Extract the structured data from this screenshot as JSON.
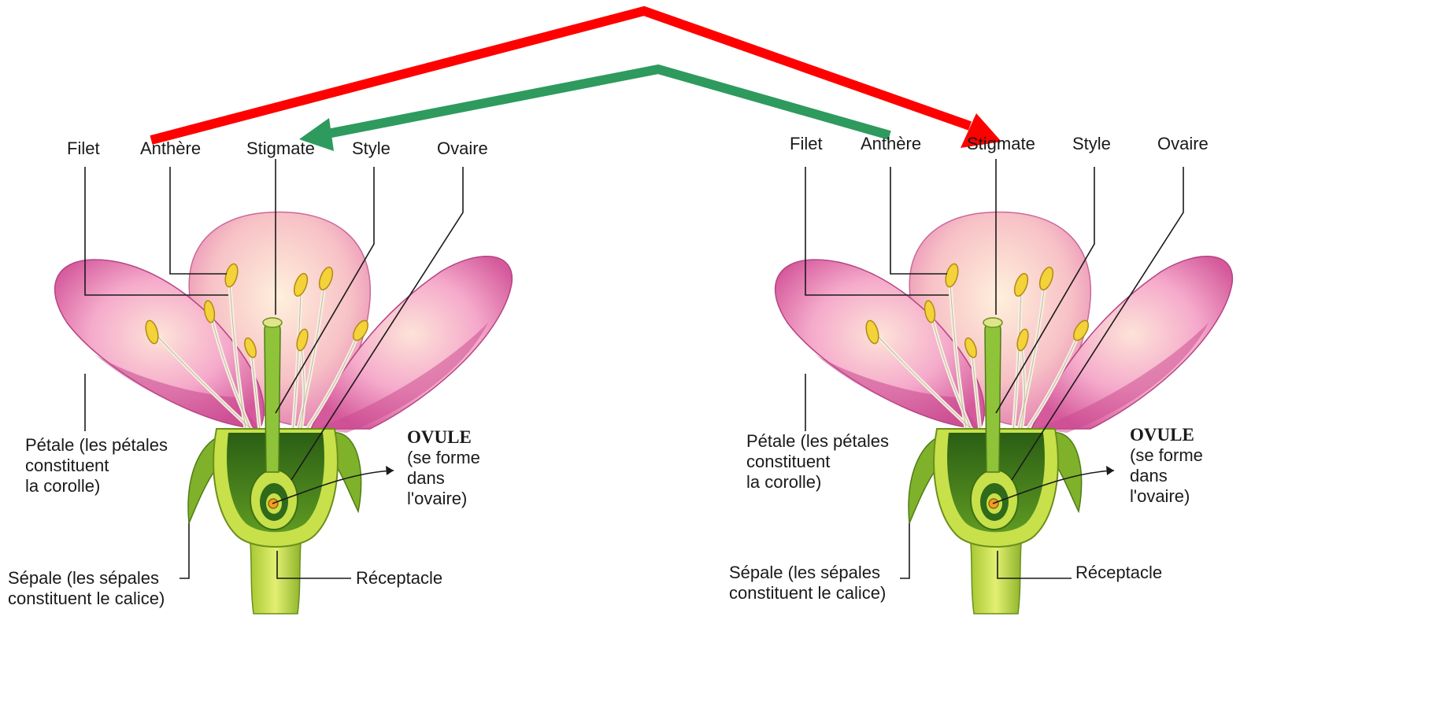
{
  "flower_left": {
    "filet": "Filet",
    "anthere": "Anthère",
    "stigmate": "Stigmate",
    "style": "Style",
    "ovaire": "Ovaire",
    "petale_l1": "Pétale (les pétales",
    "petale_l2": "constituent",
    "petale_l3": "la corolle)",
    "sepale_l1": "Sépale (les sépales",
    "sepale_l2": "constituent le calice)",
    "ovule_title": "OVULE",
    "ovule_l1": "(se forme",
    "ovule_l2": "dans",
    "ovule_l3": "l'ovaire)",
    "receptacle": "Réceptacle"
  },
  "flower_right": {
    "filet": "Filet",
    "anthere": "Anthère",
    "stigmate": "Stigmate",
    "style": "Style",
    "ovaire": "Ovaire",
    "petale_l1": "Pétale (les pétales",
    "petale_l2": "constituent",
    "petale_l3": "la corolle)",
    "sepale_l1": "Sépale (les sépales",
    "sepale_l2": "constituent le calice)",
    "ovule_title": "OVULE",
    "ovule_l1": "(se forme",
    "ovule_l2": "dans",
    "ovule_l3": "l'ovaire)",
    "receptacle": "Réceptacle"
  },
  "arrows": {
    "red_color": "#ff0000",
    "green_color": "#2e9a5e"
  },
  "colors": {
    "petal_pink": "#f2a6c4",
    "petal_deep": "#d8579a",
    "green_dark": "#2f6a1a",
    "green_light": "#c8e04a",
    "anther_yellow": "#f3d23a"
  }
}
